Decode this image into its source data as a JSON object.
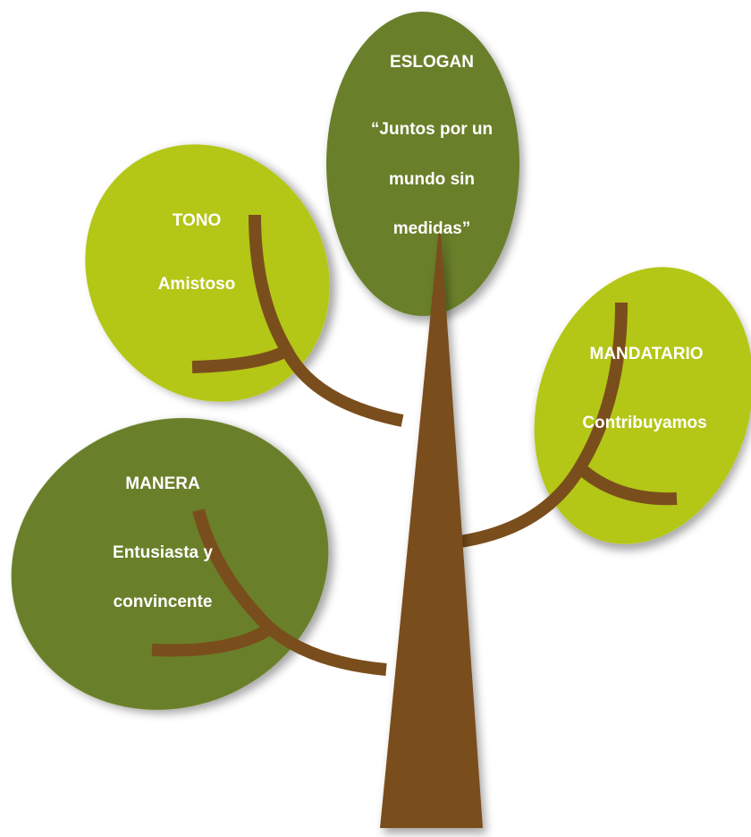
{
  "colors": {
    "dark_leaf": "#6b7f2c",
    "light_leaf": "#b4c616",
    "trunk": "#7a4e1c",
    "text": "#ffffff"
  },
  "leaves": {
    "eslogan": {
      "title": "ESLOGAN",
      "line1": "“Juntos por un",
      "line2": "mundo sin",
      "line3": "medidas”"
    },
    "tono": {
      "title": "TONO",
      "line1": "Amistoso"
    },
    "mandatario": {
      "title": "MANDATARIO",
      "line1": "Contribuyamos"
    },
    "manera": {
      "title": "MANERA",
      "line1": "Entusiasta y",
      "line2": "convincente"
    }
  }
}
